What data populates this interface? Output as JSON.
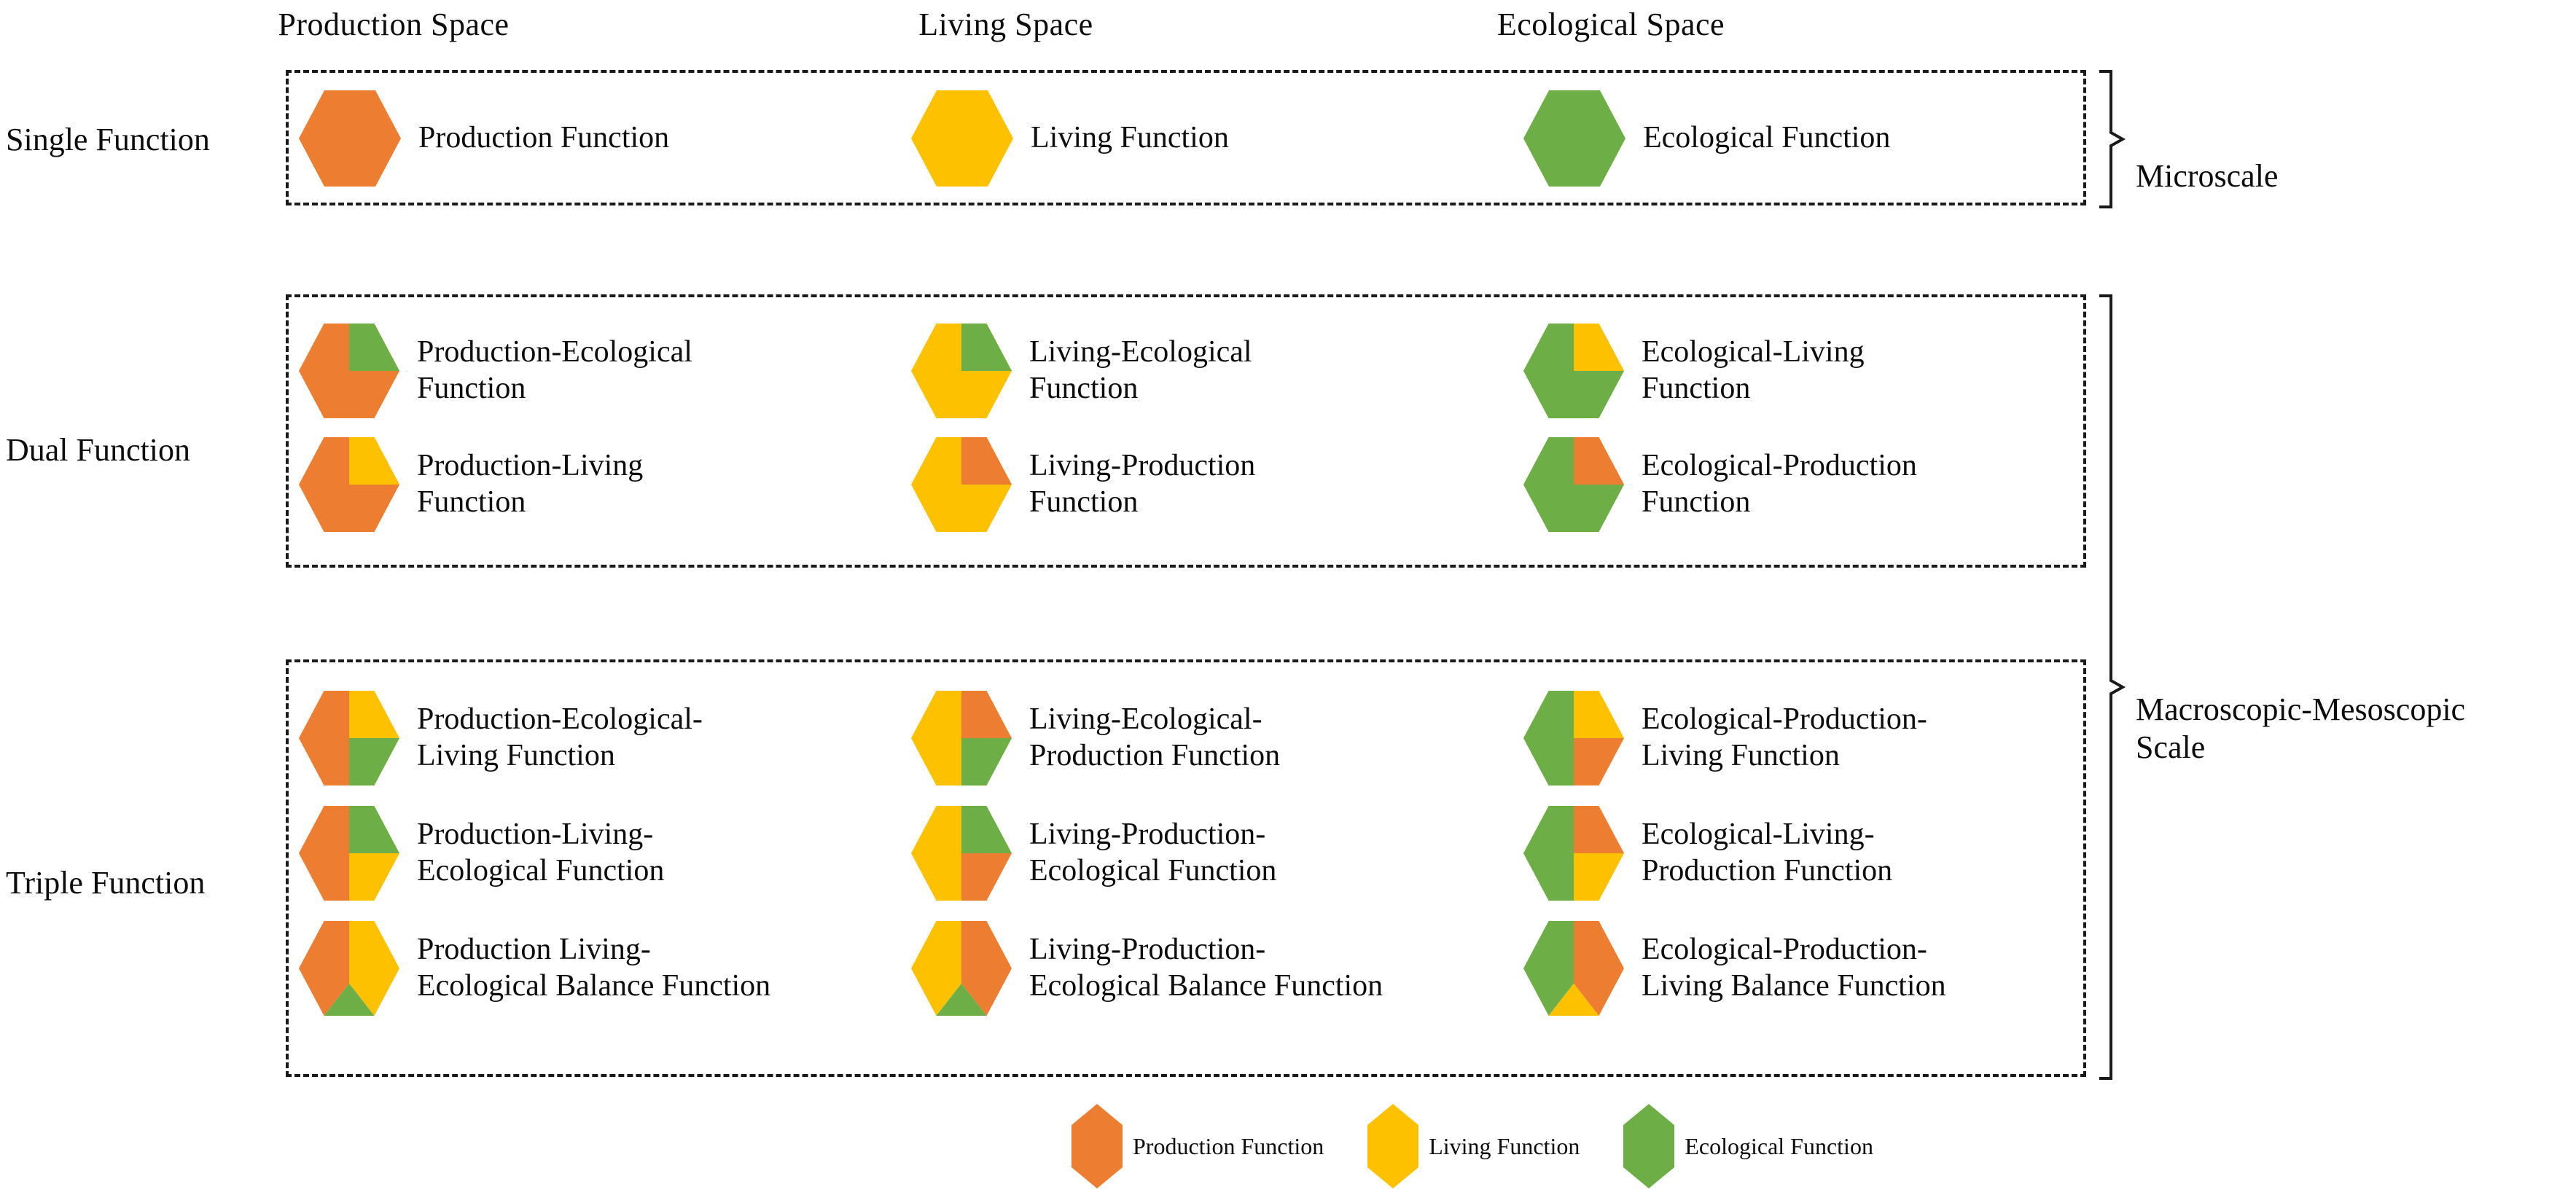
{
  "colors": {
    "production": "#ED7D31",
    "living": "#FDC100",
    "ecological": "#6DAF46",
    "outline": "#1a1a1a",
    "text": "#0d0d0d",
    "background": "#ffffff"
  },
  "headers": {
    "col1": "Production Space",
    "col2": "Living Space",
    "col3": "Ecological Space"
  },
  "row_labels": {
    "single": "Single Function",
    "dual": "Dual Function",
    "triple": "Triple Function"
  },
  "scales": {
    "micro": "Microscale",
    "macro": "Macroscopic-Mesoscopic\nScale"
  },
  "single_row": [
    {
      "label": "Production Function",
      "colors": [
        "production"
      ],
      "icon": "hexagon-single-production"
    },
    {
      "label": "Living Function",
      "colors": [
        "living"
      ],
      "icon": "hexagon-single-living"
    },
    {
      "label": "Ecological Function",
      "colors": [
        "ecological"
      ],
      "icon": "hexagon-single-ecological"
    }
  ],
  "dual_rows": [
    [
      {
        "label": "Production-Ecological\nFunction",
        "colors": [
          "production",
          "ecological"
        ],
        "icon": "hexagon-dual-production-ecological"
      },
      {
        "label": "Living-Ecological\nFunction",
        "colors": [
          "living",
          "ecological"
        ],
        "icon": "hexagon-dual-living-ecological"
      },
      {
        "label": "Ecological-Living\nFunction",
        "colors": [
          "ecological",
          "living"
        ],
        "icon": "hexagon-dual-ecological-living"
      }
    ],
    [
      {
        "label": "Production-Living\nFunction",
        "colors": [
          "production",
          "living"
        ],
        "icon": "hexagon-dual-production-living"
      },
      {
        "label": "Living-Production\nFunction",
        "colors": [
          "living",
          "production"
        ],
        "icon": "hexagon-dual-living-production"
      },
      {
        "label": "Ecological-Production\nFunction",
        "colors": [
          "ecological",
          "production"
        ],
        "icon": "hexagon-dual-ecological-production"
      }
    ]
  ],
  "triple_rows": [
    [
      {
        "label": "Production-Ecological-\nLiving Function",
        "colors": [
          "production",
          "living",
          "ecological"
        ],
        "variant": "weighted",
        "icon": "hexagon-triple-production-ecological-living"
      },
      {
        "label": "Living-Ecological-\nProduction Function",
        "colors": [
          "living",
          "production",
          "ecological"
        ],
        "variant": "weighted",
        "icon": "hexagon-triple-living-ecological-production"
      },
      {
        "label": "Ecological-Production-\nLiving Function",
        "colors": [
          "ecological",
          "living",
          "production"
        ],
        "variant": "weighted",
        "icon": "hexagon-triple-ecological-production-living"
      }
    ],
    [
      {
        "label": "Production-Living-\nEcological Function",
        "colors": [
          "production",
          "ecological",
          "living"
        ],
        "variant": "weighted",
        "icon": "hexagon-triple-production-living-ecological"
      },
      {
        "label": "Living-Production-\nEcological Function",
        "colors": [
          "living",
          "ecological",
          "production"
        ],
        "variant": "weighted",
        "icon": "hexagon-triple-living-production-ecological"
      },
      {
        "label": "Ecological-Living-\nProduction Function",
        "colors": [
          "ecological",
          "production",
          "living"
        ],
        "variant": "weighted",
        "icon": "hexagon-triple-ecological-living-production"
      }
    ],
    [
      {
        "label": "Production Living-\nEcological Balance Function",
        "colors": [
          "production",
          "living",
          "ecological"
        ],
        "variant": "balance",
        "icon": "hexagon-balance-production-living-ecological"
      },
      {
        "label": "Living-Production-\nEcological Balance Function",
        "colors": [
          "living",
          "production",
          "ecological"
        ],
        "variant": "balance",
        "icon": "hexagon-balance-living-production-ecological"
      },
      {
        "label": "Ecological-Production-\nLiving Balance Function",
        "colors": [
          "ecological",
          "production",
          "living"
        ],
        "variant": "balance",
        "icon": "hexagon-balance-ecological-production-living"
      }
    ]
  ],
  "legend": [
    {
      "label": "Production Function",
      "color": "production",
      "icon": "hexagon-legend-production"
    },
    {
      "label": "Living Function",
      "color": "living",
      "icon": "hexagon-legend-living"
    },
    {
      "label": "Ecological Function",
      "color": "ecological",
      "icon": "hexagon-legend-ecological"
    }
  ]
}
